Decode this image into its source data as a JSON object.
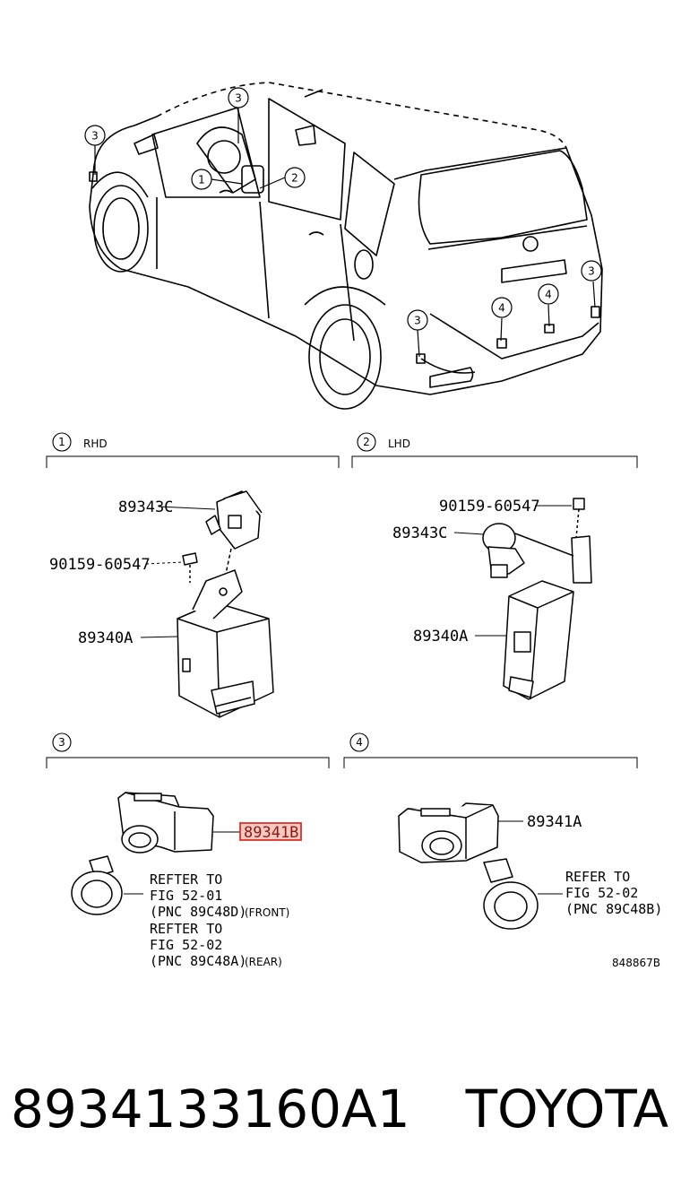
{
  "callouts": {
    "c1": "1",
    "c2": "2",
    "c3": "3",
    "c4": "4"
  },
  "sections": {
    "s1": {
      "num": "1",
      "label": "RHD"
    },
    "s2": {
      "num": "2",
      "label": "LHD"
    },
    "s3": {
      "num": "3"
    },
    "s4": {
      "num": "4"
    }
  },
  "parts": {
    "rhd_sensor": "89343C",
    "rhd_bolt": "90159-60547",
    "rhd_computer": "89340A",
    "lhd_bolt": "90159-60547",
    "lhd_sensor": "89343C",
    "lhd_computer": "89340A",
    "s3_sensor": "89341B",
    "s4_sensor": "89341A"
  },
  "refs": {
    "s3": [
      {
        "line1": "REFTER TO",
        "line2": "FIG 52-01",
        "line3": "(PNC 89C48D)",
        "note": "(FRONT)"
      },
      {
        "line1": "REFTER TO",
        "line2": "FIG 52-02",
        "line3": "(PNC 89C48A)",
        "note": "(REAR)"
      }
    ],
    "s4": {
      "line1": "REFER TO",
      "line2": "FIG 52-02",
      "line3": "(PNC 89C48B)"
    }
  },
  "diagram_id": "848867B",
  "footer": {
    "part_number": "8934133160A1",
    "brand": "TOYOTA"
  },
  "highlight_color": "#d9342b"
}
